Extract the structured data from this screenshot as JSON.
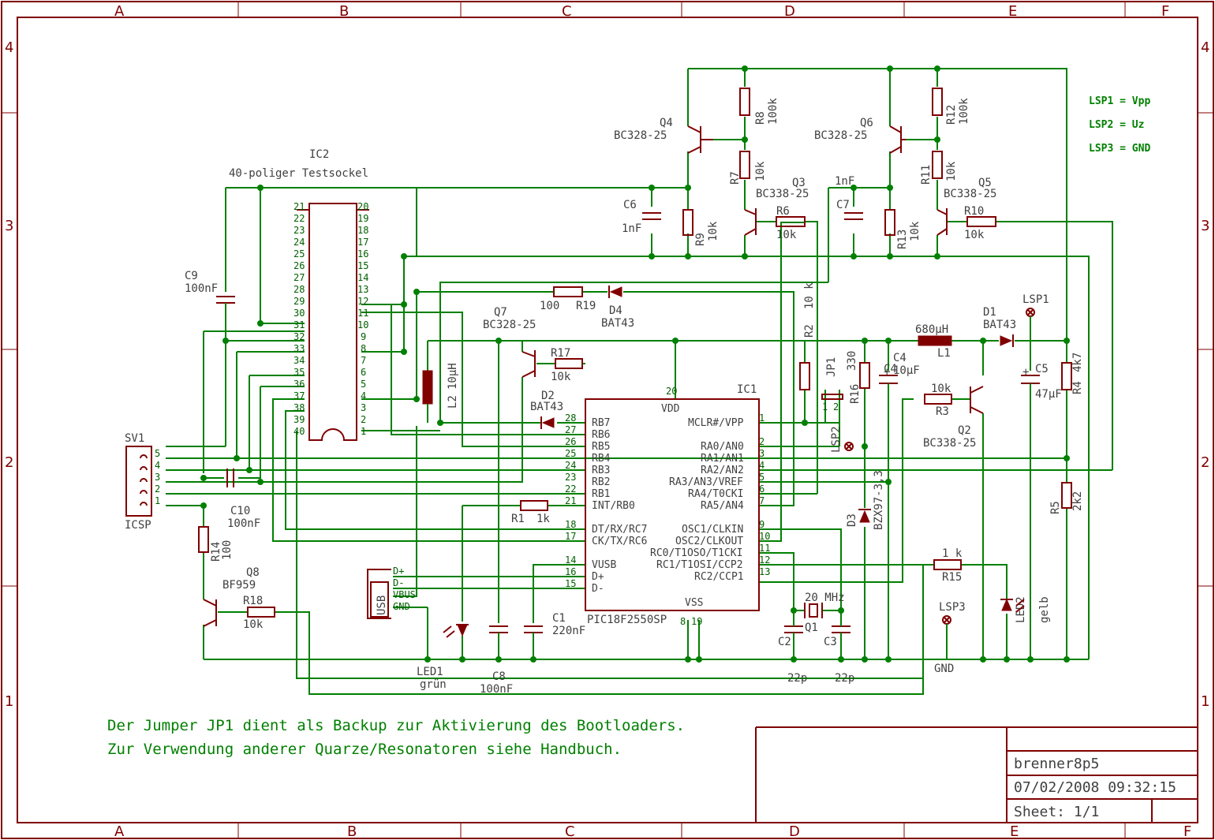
{
  "frame": {
    "cols": [
      "A",
      "B",
      "C",
      "D",
      "E",
      "F"
    ],
    "rows": [
      "4",
      "3",
      "2",
      "1"
    ]
  },
  "legend": [
    "LSP1 = Vpp",
    "LSP2 = Uz",
    "LSP3 = GND"
  ],
  "notes": [
    "Der Jumper JP1 dient als Backup zur Aktivierung des Bootloaders.",
    "Zur Verwendung anderer Quarze/Resonatoren siehe Handbuch."
  ],
  "title_block": {
    "name": "brenner8p5",
    "datetime": "07/02/2008 09:32:15",
    "sheet": "Sheet: 1/1"
  },
  "ic2": {
    "name": "IC2",
    "desc": "40-poliger Testsockel",
    "left_pins": [
      "21",
      "22",
      "23",
      "24",
      "25",
      "26",
      "27",
      "28",
      "29",
      "30",
      "31",
      "32",
      "33",
      "34",
      "35",
      "36",
      "37",
      "38",
      "39",
      "40"
    ],
    "right_pins": [
      "20",
      "19",
      "18",
      "17",
      "16",
      "15",
      "14",
      "13",
      "12",
      "11",
      "10",
      "9",
      "8",
      "7",
      "6",
      "5",
      "4",
      "3",
      "2",
      "1"
    ]
  },
  "ic1": {
    "name": "IC1",
    "part": "PIC18F2550SP",
    "vdd": "VDD",
    "vdd_pin": "20",
    "vss": "VSS",
    "vss_pins": [
      "8",
      "19"
    ],
    "left": [
      {
        "pin": "28",
        "name": "RB7"
      },
      {
        "pin": "27",
        "name": "RB6"
      },
      {
        "pin": "26",
        "name": "RB5"
      },
      {
        "pin": "25",
        "name": "RB4"
      },
      {
        "pin": "24",
        "name": "RB3"
      },
      {
        "pin": "23",
        "name": "RB2"
      },
      {
        "pin": "22",
        "name": "RB1"
      },
      {
        "pin": "21",
        "name": "INT/RB0"
      },
      {
        "pin": "18",
        "name": "DT/RX/RC7"
      },
      {
        "pin": "17",
        "name": "CK/TX/RC6"
      },
      {
        "pin": "14",
        "name": "VUSB"
      },
      {
        "pin": "16",
        "name": "D+"
      },
      {
        "pin": "15",
        "name": "D-"
      }
    ],
    "right": [
      {
        "pin": "1",
        "name": "MCLR#/VPP"
      },
      {
        "pin": "2",
        "name": "RA0/AN0"
      },
      {
        "pin": "3",
        "name": "RA1/AN1"
      },
      {
        "pin": "4",
        "name": "RA2/AN2"
      },
      {
        "pin": "5",
        "name": "RA3/AN3/VREF"
      },
      {
        "pin": "6",
        "name": "RA4/T0CKI"
      },
      {
        "pin": "7",
        "name": "RA5/AN4"
      },
      {
        "pin": "9",
        "name": "OSC1/CLKIN"
      },
      {
        "pin": "10",
        "name": "OSC2/CLKOUT"
      },
      {
        "pin": "11",
        "name": "RC0/T1OSO/T1CKI"
      },
      {
        "pin": "12",
        "name": "RC1/T1OSI/CCP2"
      },
      {
        "pin": "13",
        "name": "RC2/CCP1"
      }
    ]
  },
  "sv1": {
    "name": "SV1",
    "label": "ICSP",
    "pins": [
      "5",
      "4",
      "3",
      "2",
      "1"
    ]
  },
  "usb": {
    "label": "USB",
    "pins": [
      "D+",
      "D-",
      "VBUS",
      "GND"
    ]
  },
  "parts": {
    "q4": "Q4",
    "q4v": "BC328-25",
    "q6": "Q6",
    "q6v": "BC328-25",
    "q3": "Q3",
    "q3v": "BC338-25",
    "q5": "Q5",
    "q5v": "BC338-25",
    "q7": "Q7",
    "q7v": "BC328-25",
    "q2": "Q2",
    "q2v": "BC338-25",
    "q8": "Q8",
    "q8v": "BF959",
    "r8": "R8",
    "r8v": "100k",
    "r12": "R12",
    "r12v": "100k",
    "r7": "R7",
    "r7v": "10k",
    "r11": "R11",
    "r11v": "10k",
    "r9": "R9",
    "r9v": "10k",
    "r13": "R13",
    "r13v": "10k",
    "r6": "R6",
    "r6v": "10k",
    "r10": "R10",
    "r10v": "10k",
    "r19": "R19",
    "r19v": "100",
    "r17": "R17",
    "r17v": "10k",
    "r2": "R2",
    "r2v": "10 k",
    "r16": "R16",
    "r16v": "330",
    "r3": "R3",
    "r3v": "10k",
    "r4": "R4",
    "r4v": "4k7",
    "r5": "R5",
    "r5v": "2k2",
    "r1": "R1",
    "r1v": "1k",
    "r15": "R15",
    "r15v": "1 k",
    "r14": "R14",
    "r14v": "100",
    "r18": "R18",
    "r18v": "10k",
    "c6": "C6",
    "c6v": "1nF",
    "c7": "C7",
    "c7v": "1nF",
    "c9": "C9",
    "c9v": "100nF",
    "c10": "C10",
    "c10v": "100nF",
    "c4": "C4",
    "c4v": "10µF",
    "c5": "C5",
    "c5v": "47µF",
    "c1": "C1",
    "c1v": "220nF",
    "c8": "C8",
    "c8v": "100nF",
    "c2": "C2",
    "c2v": "22p",
    "c3": "C3",
    "c3v": "22p",
    "l1": "L1",
    "l1v": "680µH",
    "l2": "L2",
    "l2v": "10µH",
    "d1": "D1",
    "d1v": "BAT43",
    "d2": "D2",
    "d2v": "BAT43",
    "d4": "D4",
    "d4v": "BAT43",
    "d3": "D3",
    "d3v": "BZX97-3,3",
    "q1": "Q1",
    "q1v": "20 MHz",
    "jp1": "JP1",
    "jp1p1": "1",
    "jp1p2": "2",
    "lsp1": "LSP1",
    "lsp2": "LSP2",
    "lsp3": "LSP3",
    "gnd": "GND",
    "led1": "LED1",
    "led1v": "grün",
    "led2": "LED2",
    "led2v": "gelb"
  },
  "colors": {
    "part": "#800000",
    "wire": "#008000",
    "text": "#404040"
  }
}
